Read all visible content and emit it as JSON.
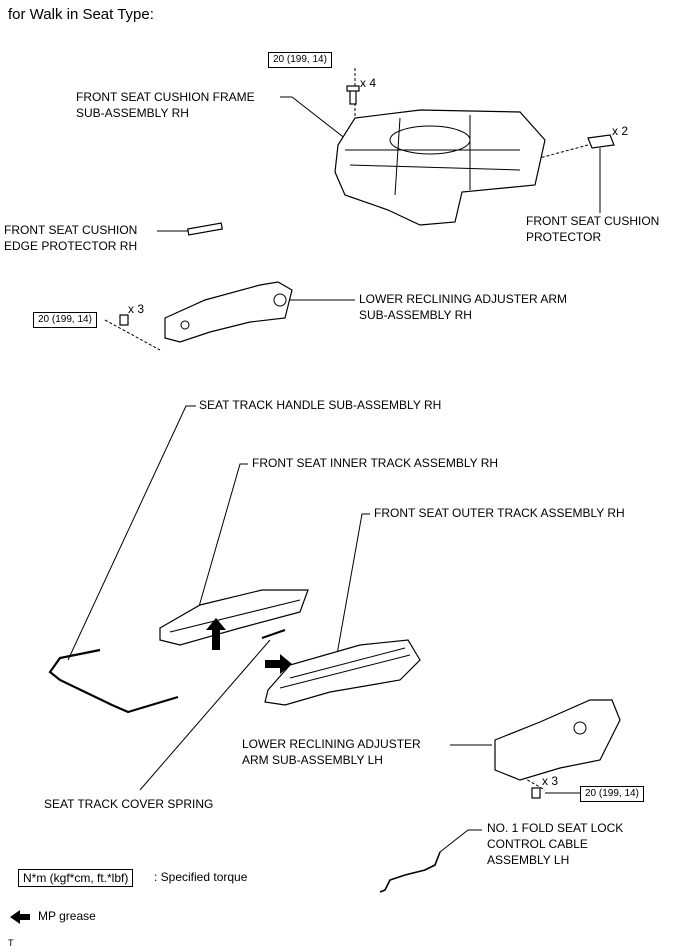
{
  "header": "for Walk in Seat Type:",
  "torque": "20 (199, 14)",
  "qty": {
    "x4": "x 4",
    "x2": "x 2",
    "x3a": "x 3",
    "x3b": "x 3"
  },
  "labels": {
    "cushion_frame_1": "FRONT SEAT CUSHION FRAME",
    "cushion_frame_2": "SUB-ASSEMBLY RH",
    "cushion_protector_1": "FRONT SEAT CUSHION",
    "cushion_protector_2": "PROTECTOR",
    "edge_protector_1": "FRONT SEAT CUSHION",
    "edge_protector_2": "EDGE PROTECTOR RH",
    "lower_arm_rh_1": "LOWER RECLINING ADJUSTER ARM",
    "lower_arm_rh_2": "SUB-ASSEMBLY RH",
    "handle": "SEAT TRACK HANDLE SUB-ASSEMBLY RH",
    "inner_track": "FRONT SEAT INNER TRACK ASSEMBLY RH",
    "outer_track": "FRONT SEAT OUTER TRACK ASSEMBLY RH",
    "lower_arm_lh_1": "LOWER RECLINING ADJUSTER",
    "lower_arm_lh_2": "ARM SUB-ASSEMBLY LH",
    "cover_spring": "SEAT TRACK COVER SPRING",
    "cable_1": "NO. 1 FOLD SEAT LOCK",
    "cable_2": "CONTROL CABLE",
    "cable_3": "ASSEMBLY LH"
  },
  "legend": {
    "torque_unit": "N*m (kgf*cm, ft.*lbf)",
    "torque_text": ": Specified torque",
    "grease_text": "MP grease"
  },
  "footer_mark": "T"
}
